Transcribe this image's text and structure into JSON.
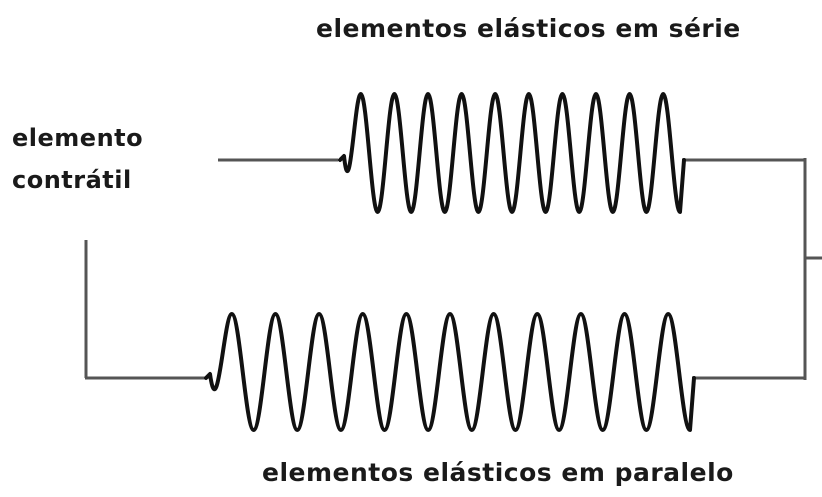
{
  "labels": {
    "series_springs": "elementos elásticos em série",
    "contractile_line1": "elemento",
    "contractile_line2": "contrátil",
    "parallel_springs": "elementos elásticos em paralelo"
  },
  "springs": {
    "series_coil_count": 10,
    "parallel_coil_count": 11
  },
  "colors": {
    "wire": "#555555",
    "coil": "#111111",
    "text": "#1a1a1a",
    "background": "#ffffff"
  }
}
